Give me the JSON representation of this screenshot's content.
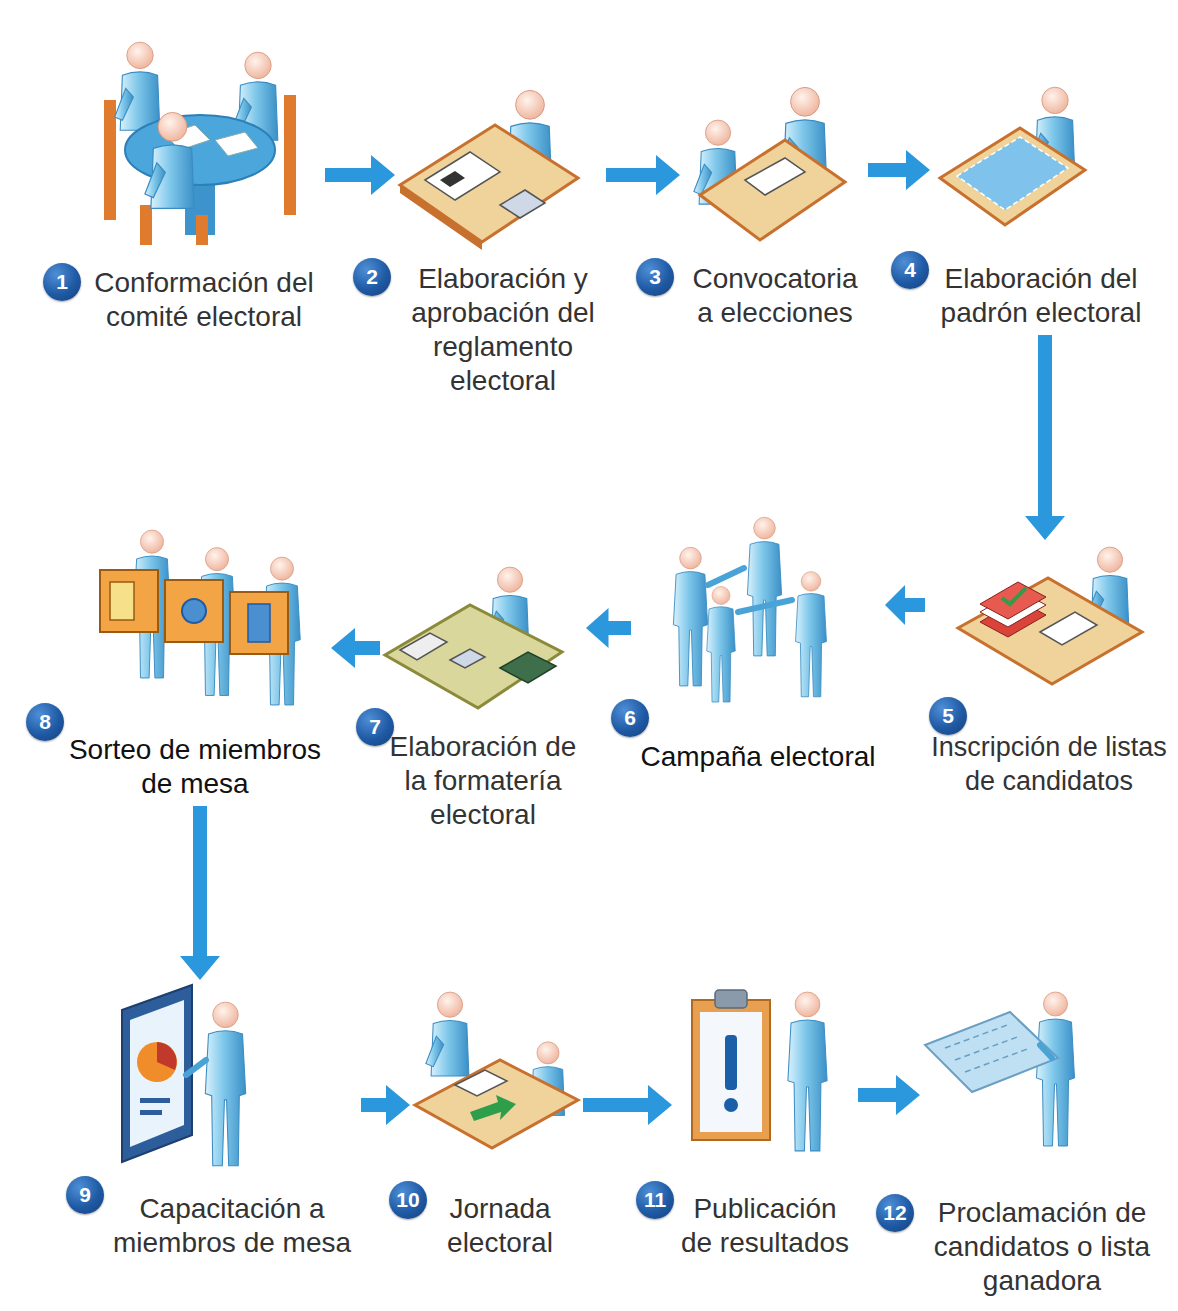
{
  "diagram": {
    "nodes": [
      {
        "text": [
          "Conformación del comité electoral"
        ]
      },
      {
        "text": [
          "Elaboración y aprobación del reglamento electoral"
        ]
      },
      {
        "text": [
          "Convocatoria a elecciones"
        ]
      },
      {
        "text": [
          "Elaboración del padrón electoral"
        ]
      },
      {
        "text": [
          "Inscripción de listas de candidatos"
        ]
      },
      {
        "text": [
          "Campaña electoral"
        ]
      },
      {
        "text": [
          "Elaboración de la formatería electoral"
        ]
      },
      {
        "text": [
          "Sorteo de miembros de mesa"
        ]
      },
      {
        "text": [
          "Capacitación a miembros de mesa"
        ]
      },
      {
        "text": [
          "Jornada electoral"
        ]
      },
      {
        "text": [
          "Publicación de resultados"
        ]
      },
      {
        "text": [
          "Proclamación de candidatos o lista ganadora"
        ]
      }
    ],
    "edges": [
      {
        "from": 0,
        "to": 1,
        "arrow": "to"
      },
      {
        "from": 1,
        "to": 2,
        "arrow": "to"
      },
      {
        "from": 2,
        "to": 3,
        "arrow": "to"
      },
      {
        "from": 3,
        "to": 4,
        "arrow": "to"
      },
      {
        "from": 4,
        "to": 5,
        "arrow": "to"
      },
      {
        "from": 5,
        "to": 6,
        "arrow": "to"
      },
      {
        "from": 6,
        "to": 7,
        "arrow": "to"
      },
      {
        "from": 7,
        "to": 8,
        "arrow": "to"
      },
      {
        "from": 8,
        "to": 9,
        "arrow": "to"
      },
      {
        "from": 9,
        "to": 10,
        "arrow": "to"
      },
      {
        "from": 10,
        "to": 11,
        "arrow": "to"
      }
    ],
    "labels": [
      "1",
      "2",
      "3",
      "4",
      "5",
      "6",
      "7",
      "8",
      "9",
      "10",
      "11",
      "12"
    ]
  }
}
